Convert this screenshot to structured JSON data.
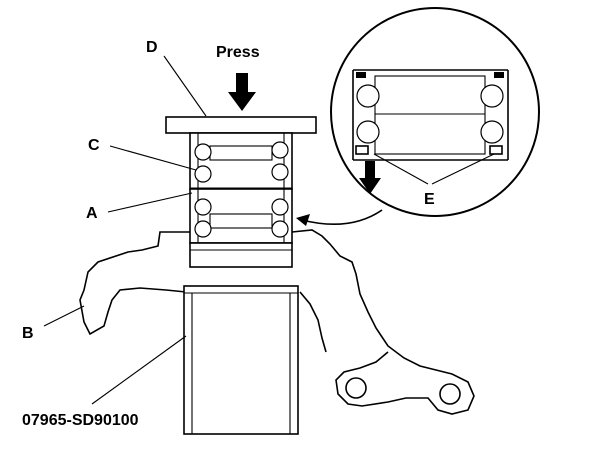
{
  "labels": {
    "press": "Press",
    "a": "A",
    "b": "B",
    "c": "C",
    "d": "D",
    "e": "E",
    "tool": "07965-SD90100"
  },
  "colors": {
    "line": "#000000",
    "background": "#ffffff"
  }
}
